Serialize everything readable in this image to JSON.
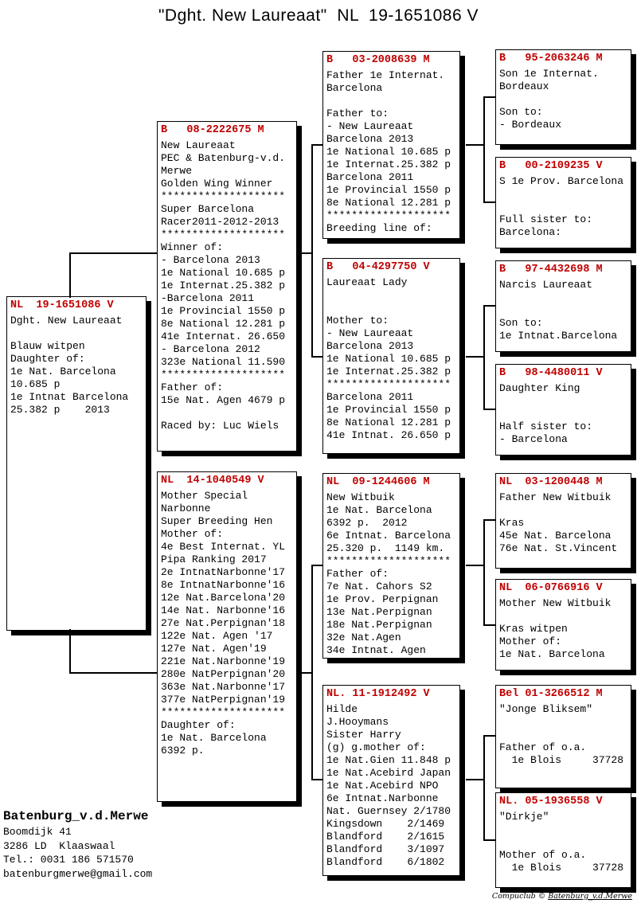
{
  "title": "\"Dght. New Laureaat\"  NL  19-1651086 V",
  "colors": {
    "ring_red": "#c00000",
    "line_black": "#000000"
  },
  "boxes": {
    "subject": {
      "ring": "NL  19-1651086 V",
      "lines": [
        "Dght. New Laureaat",
        "",
        "Blauw witpen",
        "Daughter of:",
        "1e Nat. Barcelona",
        "10.685 p",
        "1e Intnat Barcelona",
        "25.382 p    2013"
      ]
    },
    "father": {
      "ring": "B   08-2222675 M",
      "lines": [
        "New Laureaat",
        "PEC & Batenburg-v.d.",
        "Merwe",
        "Golden Wing Winner",
        "********************",
        "Super Barcelona",
        "Racer2011-2012-2013",
        "********************",
        "Winner of:",
        "- Barcelona 2013",
        "1e National 10.685 p",
        "1e Internat.25.382 p",
        "-Barcelona 2011",
        "1e Provincial 1550 p",
        "8e National 12.281 p",
        "41e Internat. 26.650",
        "- Barcelona 2012",
        "323e National 11.590",
        "********************",
        "Father of:",
        "15e Nat. Agen 4679 p",
        "",
        "Raced by: Luc Wiels"
      ]
    },
    "mother": {
      "ring": "NL  14-1040549 V",
      "lines": [
        "Mother Special",
        "Narbonne",
        "Super Breeding Hen",
        "Mother of:",
        "4e Best Internat. YL",
        "Pipa Ranking 2017",
        "2e IntnatNarbonne'17",
        "8e IntnatNarbonne'16",
        "12e Nat.Barcelona'20",
        "14e Nat. Narbonne'16",
        "27e Nat.Perpignan'18",
        "122e Nat. Agen '17",
        "127e Nat. Agen'19",
        "221e Nat.Narbonne'19",
        "280e NatPerpignan'20",
        "363e Nat.Narbonne'17",
        "377e NatPerpignan'19",
        "********************",
        "Daughter of:",
        "1e Nat. Barcelona",
        "6392 p."
      ]
    },
    "ff": {
      "ring": "B   03-2008639 M",
      "lines": [
        "Father 1e Internat.",
        "Barcelona",
        "",
        "Father to:",
        "- New Laureaat",
        "Barcelona 2013",
        "1e National 10.685 p",
        "1e Internat.25.382 p",
        "Barcelona 2011",
        "1e Provincial 1550 p",
        "8e National 12.281 p",
        "********************",
        "Breeding line of:"
      ]
    },
    "fm": {
      "ring": "B   04-4297750 V",
      "lines": [
        "Laureaat Lady",
        "",
        "",
        "Mother to:",
        "- New Laureaat",
        "Barcelona 2013",
        "1e National 10.685 p",
        "1e Internat.25.382 p",
        "********************",
        "Barcelona 2011",
        "1e Provincial 1550 p",
        "8e National 12.281 p",
        "41e Intnat. 26.650 p"
      ]
    },
    "mf": {
      "ring": "NL  09-1244606 M",
      "lines": [
        "New Witbuik",
        "1e Nat. Barcelona",
        "6392 p.  2012",
        "6e Intnat. Barcelona",
        "25.320 p.  1149 km.",
        "********************",
        "Father of:",
        "7e Nat. Cahors S2",
        "1e Prov. Perpignan",
        "13e Nat.Perpignan",
        "18e Nat.Perpignan",
        "32e Nat.Agen",
        "34e Intnat. Agen"
      ]
    },
    "mm": {
      "ring": "NL. 11-1912492 V",
      "lines": [
        "Hilde",
        "J.Hooymans",
        "Sister Harry",
        "(g) g.mother of:",
        "1e Nat.Gien 11.848 p",
        "1e Nat.Acebird Japan",
        "1e Nat.Acebird NPO",
        "6e Intnat.Narbonne",
        "Nat. Guernsey 2/1780",
        "Kingsdown    2/1469",
        "Blandford    2/1615",
        "Blandford    3/1097",
        "Blandford    6/1802"
      ]
    },
    "fff": {
      "ring": "B   95-2063246 M",
      "lines": [
        "Son 1e Internat.",
        "Bordeaux",
        "",
        "Son to:",
        "- Bordeaux"
      ]
    },
    "ffm": {
      "ring": "B   00-2109235 V",
      "lines": [
        "S 1e Prov. Barcelona",
        "",
        "",
        "Full sister to:",
        "Barcelona:"
      ]
    },
    "fmf": {
      "ring": "B   97-4432698 M",
      "lines": [
        "Narcis Laureaat",
        "",
        "",
        "Son to:",
        "1e Intnat.Barcelona"
      ]
    },
    "fmm": {
      "ring": "B   98-4480011 V",
      "lines": [
        "Daughter King",
        "",
        "",
        "Half sister to:",
        "- Barcelona"
      ]
    },
    "mff": {
      "ring": "NL  03-1200448 M",
      "lines": [
        "Father New Witbuik",
        "",
        "Kras",
        "45e Nat. Barcelona",
        "76e Nat. St.Vincent"
      ]
    },
    "mfm": {
      "ring": "NL  06-0766916 V",
      "lines": [
        "Mother New Witbuik",
        "",
        "Kras witpen",
        "Mother of:",
        "1e Nat. Barcelona"
      ]
    },
    "mmf": {
      "ring": "Bel 01-3266512 M",
      "lines": [
        "\"Jonge Bliksem\"",
        "",
        "",
        "Father of o.a.",
        "  1e Blois     37728"
      ]
    },
    "mmm": {
      "ring": "NL. 05-1936558 V",
      "lines": [
        "\"Dirkje\"",
        "",
        "",
        "Mother of o.a.",
        "  1e Blois     37728"
      ]
    }
  },
  "owner": {
    "name": "Batenburg_v.d.Merwe",
    "lines": [
      "Boomdijk 41",
      "3286 LD  Klaaswaal",
      "Tel.: 0031 186 571570",
      "batenburgmerwe@gmail.com"
    ]
  },
  "footer": {
    "prefix": "Compuclub © ",
    "name": "Batenburg_v.d.Merwe"
  }
}
